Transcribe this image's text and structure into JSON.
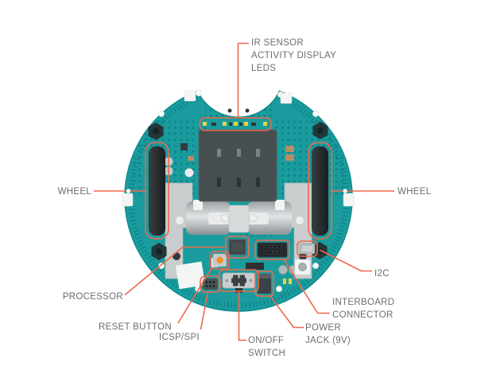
{
  "figure": {
    "kind": "annotated hardware diagram",
    "colors": {
      "callout_orange": "#F0684C",
      "board_teal": "#1A9C9E",
      "board_edge": "#0F8B8D",
      "label_gray": "#6C6D70",
      "component_dark": "#474F51",
      "metal_gray": "#C9CDCE",
      "led_yellow": "#E8D34B",
      "reset_orange": "#F6921E",
      "background": "#FFFFFF"
    }
  },
  "labels": {
    "ir": {
      "text": "IR SENSOR\nACTIVITY DISPLAY\nLEDS"
    },
    "wheel_left": {
      "text": "WHEEL"
    },
    "wheel_right": {
      "text": "WHEEL"
    },
    "i2c": {
      "text": "I2C"
    },
    "processor": {
      "text": "PROCESSOR"
    },
    "reset": {
      "text": "RESET BUTTON"
    },
    "icsp": {
      "text": "ICSP/SPI"
    },
    "onoff": {
      "text": "ON/OFF\nSWITCH"
    },
    "power": {
      "text": "POWER\nJACK (9V)"
    },
    "interboard": {
      "text": "INTERBOARD\nCONNECTOR"
    }
  }
}
